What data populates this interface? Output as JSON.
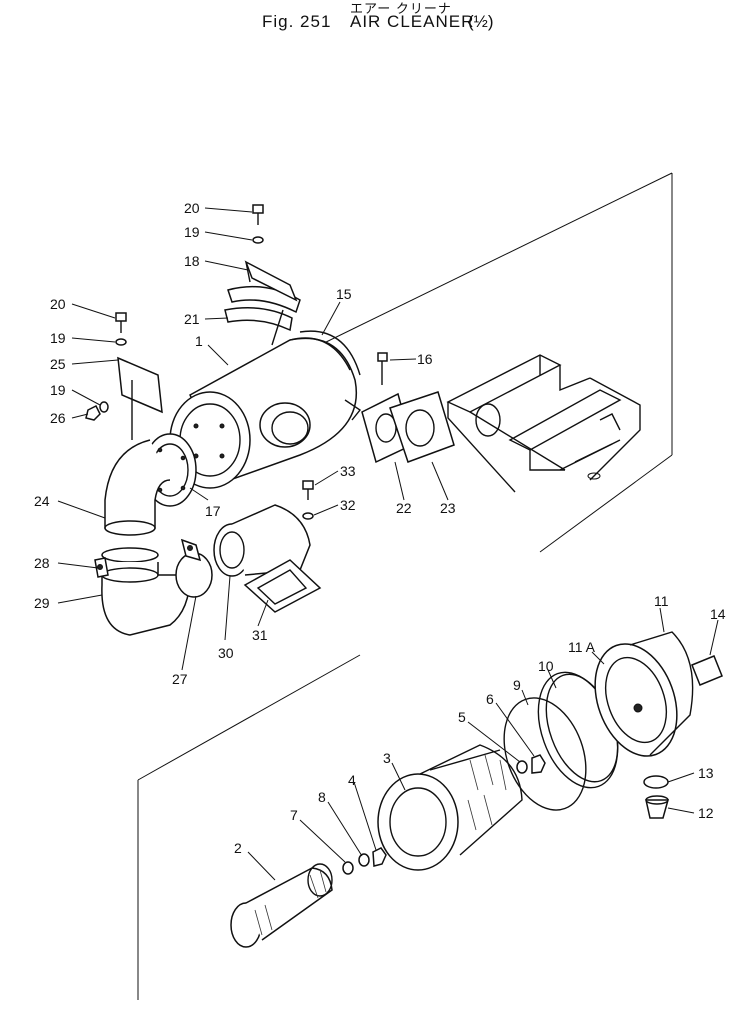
{
  "header": {
    "jp_title": "エアー クリーナ",
    "fig_label": "Fig. 251",
    "title": "AIR CLEANER",
    "sheet": "(½)"
  },
  "callouts": {
    "c1": "1",
    "c2": "2",
    "c3": "3",
    "c4": "4",
    "c5": "5",
    "c6": "6",
    "c7": "7",
    "c8": "8",
    "c9": "9",
    "c10": "10",
    "c11": "11",
    "c11a": "11 A",
    "c12": "12",
    "c13": "13",
    "c14": "14",
    "c15": "15",
    "c16": "16",
    "c17": "17",
    "c18": "18",
    "c19a": "19",
    "c19b": "19",
    "c19c": "19",
    "c20a": "20",
    "c20b": "20",
    "c21": "21",
    "c22": "22",
    "c23": "23",
    "c24": "24",
    "c25": "25",
    "c26": "26",
    "c27": "27",
    "c28": "28",
    "c29": "29",
    "c30": "30",
    "c31": "31",
    "c32": "32",
    "c33": "33"
  }
}
